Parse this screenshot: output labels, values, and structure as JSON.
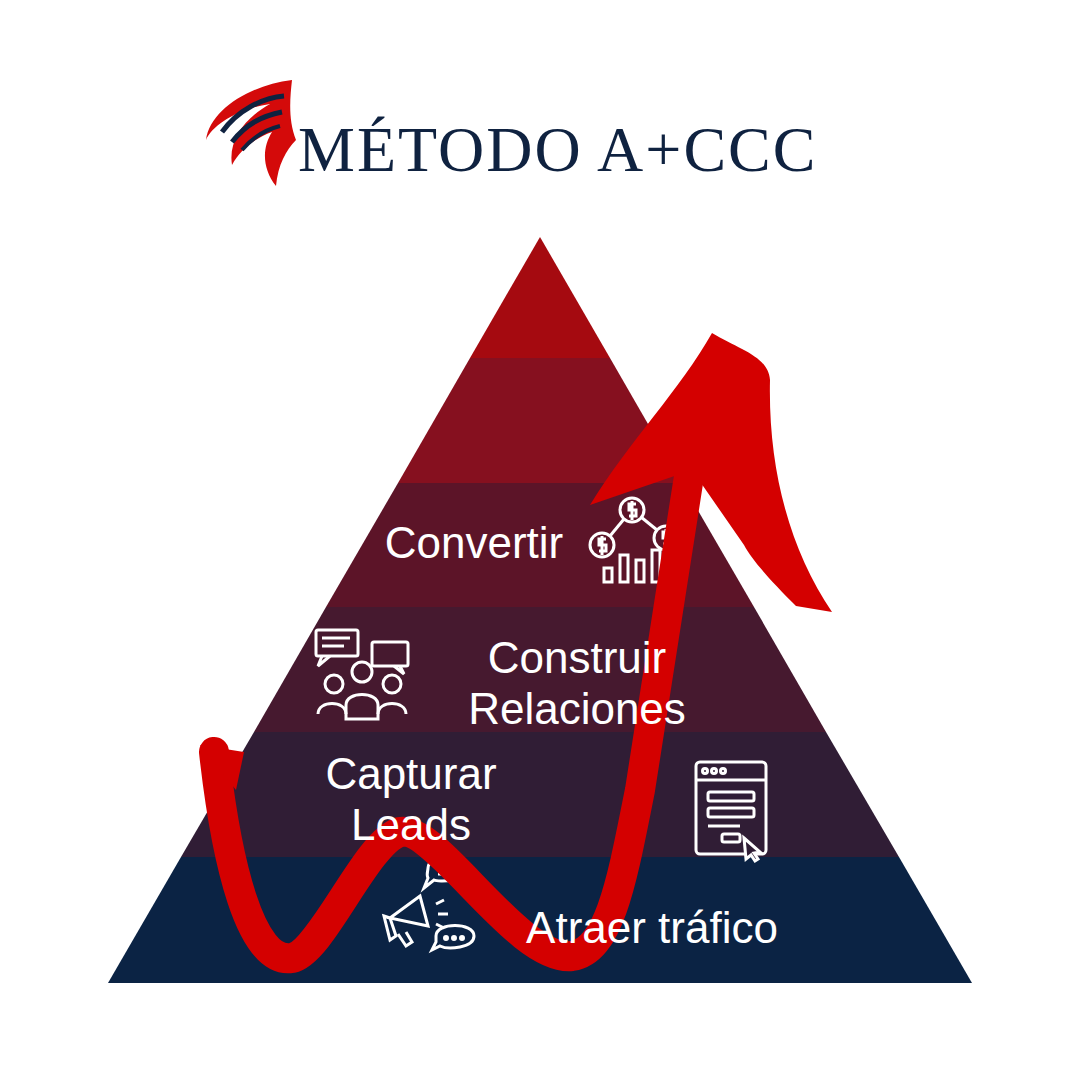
{
  "diagram": {
    "title": "MÉTODO A+CCC",
    "nodes": [
      {
        "text": [
          "Convertir"
        ]
      },
      {
        "text": [
          "Construir Relaciones"
        ]
      },
      {
        "text": [
          "Capturar Leads"
        ]
      },
      {
        "text": [
          "Atraer tráfico"
        ]
      }
    ]
  }
}
